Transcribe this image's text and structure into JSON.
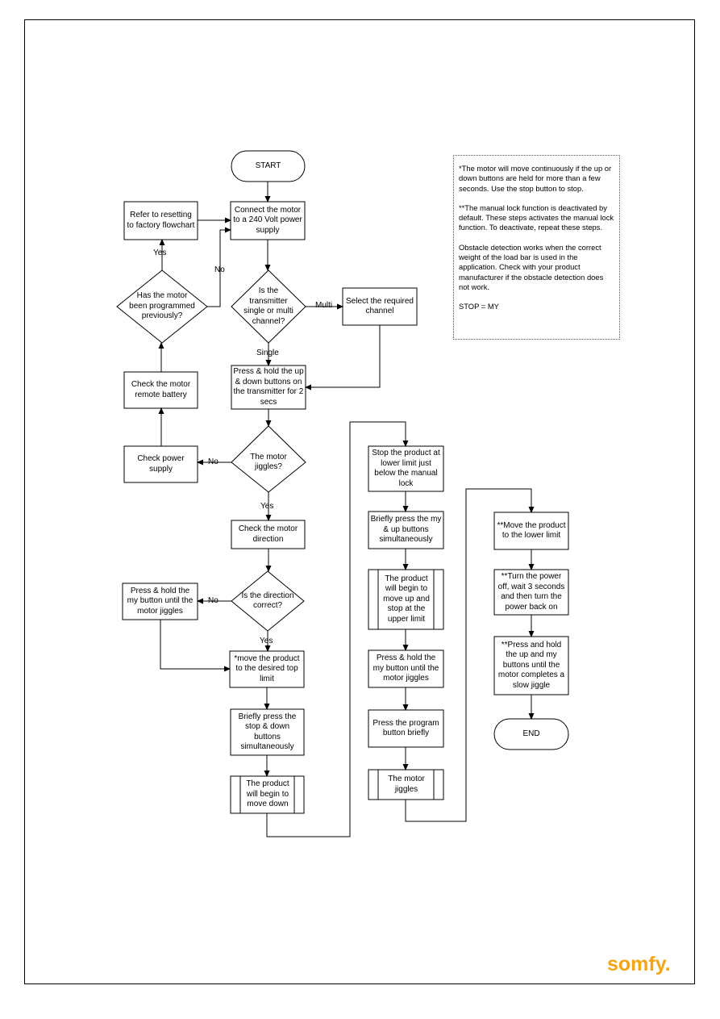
{
  "nodes": {
    "start": "START",
    "connect": "Connect the motor to a 240 Volt power supply",
    "refer_reset": "Refer to resetting to factory flowchart",
    "transmitter_q": "Is the transmitter single or multi channel?",
    "select_channel": "Select the required channel",
    "programmed_q": "Has the motor been programmed previously?",
    "press_hold_2s": "Press & hold the up & down buttons on the transmitter for 2 secs",
    "check_battery": "Check the motor remote battery",
    "jiggles_q": "The motor jiggles?",
    "check_power": "Check power supply",
    "check_direction": "Check the motor direction",
    "direction_q": "Is the direction correct?",
    "press_my_jiggle": "Press & hold the my button until the motor jiggles",
    "move_top": "*move the product to the desired top limit",
    "press_stop_down": "Briefly press the stop & down buttons simultaneously",
    "move_down": "The product will begin to move down",
    "stop_lower": "Stop the product at lower limit just below the manual lock",
    "press_my_up": "Briefly press the my & up buttons simultaneously",
    "move_up": "The product will begin to move up and stop at the upper limit",
    "press_my_jiggle_2": "Press & hold the my button until the motor jiggles",
    "press_program": "Press the program button briefly",
    "motor_jiggles": "The motor jiggles",
    "move_lower_limit": "**Move the product to the lower limit",
    "power_cycle": "**Turn the power off, wait 3 seconds and then turn the power back on",
    "press_up_my": "**Press and hold the up and my buttons until the motor completes a slow jiggle",
    "end": "END"
  },
  "edge_labels": {
    "yes_programmed": "Yes",
    "no_programmed": "No",
    "multi": "Multi",
    "single": "Single",
    "no_jiggles": "No",
    "yes_jiggles": "Yes",
    "no_direction": "No",
    "yes_direction": "Yes"
  },
  "notes": [
    "*The motor will move continuously if the up or down buttons are held for more than a few seconds. Use the stop button to stop.",
    "**The manual lock function is deactivated by default. These steps activates the manual lock function. To deactivate, repeat these steps.",
    "Obstacle detection works when the correct weight of the load bar is used in the application. Check with your product manufacturer if the obstacle detection does not work.",
    "STOP = MY"
  ],
  "logo": "somfy."
}
